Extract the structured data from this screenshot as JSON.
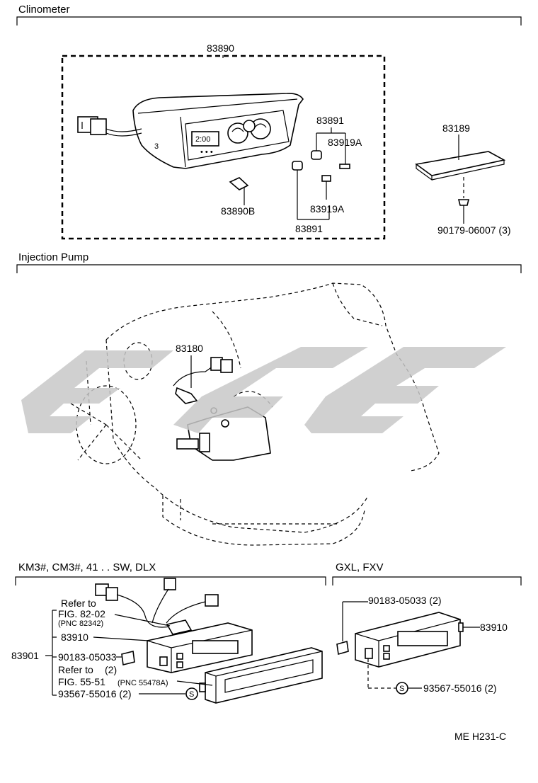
{
  "sections": {
    "clinometer": "Clinometer",
    "injection_pump": "Injection Pump",
    "km3": "KM3#, CM3#, 41 . . SW, DLX",
    "gxl": "GXL, FXV"
  },
  "clinometer_parts": {
    "assembly": "83890",
    "bulb": "83890B",
    "knob_top": "83891",
    "knob_bottom": "83891",
    "screw_top": "83919A",
    "screw_bottom": "83919A",
    "bracket": "83189",
    "bracket_nut": "90179-06007 (3)"
  },
  "injection_parts": {
    "sensor": "83180"
  },
  "km3_parts": {
    "refer_to_a": "Refer to",
    "fig_a": "FIG. 82-02",
    "pnc_a": "(PNC 82342)",
    "switch": "83910",
    "assembly": "83901",
    "clip": "90183-05033",
    "refer_to_b": "Refer to",
    "qty_b": "(2)",
    "fig_b": "FIG. 55-51",
    "pnc_b": "(PNC 55478A)",
    "screw": "93567-55016 (2)"
  },
  "gxl_parts": {
    "clip": "90183-05033 (2)",
    "switch": "83910",
    "screw": "93567-55016 (2)"
  },
  "screw_symbol": "S",
  "footer_code": "ME  H231-C",
  "watermark_color": "#c8c8c8"
}
